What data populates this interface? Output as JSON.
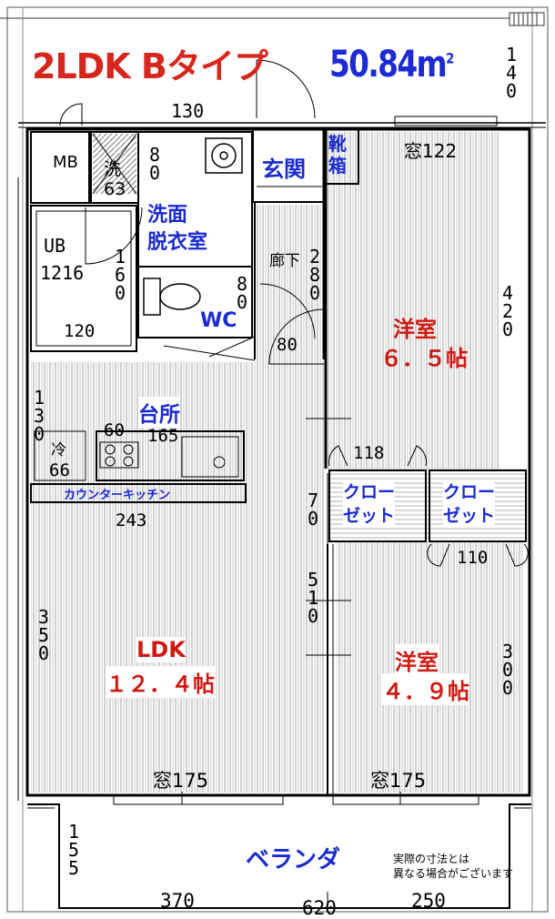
{
  "title": "2LDK Bタイプ",
  "area": "50.84㎡",
  "area_value": "50.84m",
  "area_unit_sup": "2",
  "dimensions": {
    "top_130": "130",
    "right_140": "140",
    "window_122": "窓122",
    "wash_80": "80",
    "wash_63": "洗63",
    "ub_160": "160",
    "ub_120": "120",
    "wc_80": "80",
    "corridor_280": "280",
    "corridor_80": "80",
    "west_420": "420",
    "left_130": "130",
    "kitchen_60": "60",
    "kitchen_165": "165",
    "fridge_66": "66",
    "closet_118": "118",
    "ldk_243": "243",
    "mid_70": "70",
    "mid_510": "510",
    "closet_110": "110",
    "left_350": "350",
    "right_300": "300",
    "window_175_left": "窓175",
    "window_175_right": "窓175",
    "veranda_155": "155",
    "bottom_370": "370",
    "bottom_620": "620",
    "bottom_250": "250"
  },
  "rooms": {
    "mb": "MB",
    "entrance": "玄関",
    "shoe_box": "靴箱",
    "washroom": "洗面\n脱衣室",
    "washroom_line1": "洗面",
    "washroom_line2": "脱衣室",
    "ub": "UB",
    "ub_size": "1216",
    "corridor": "廊下",
    "wc": "WC",
    "western_room_1": "洋室",
    "western_room_1_size": "6.5帖",
    "western_room_1_size_display": "６．５帖",
    "kitchen": "台所",
    "refrigerator": "冷",
    "counter_kitchen": "カウンターキッチン",
    "closet_1": "クロー\nゼット",
    "closet_1_line1": "クロー",
    "closet_1_line2": "ゼット",
    "closet_2_line1": "クロー",
    "closet_2_line2": "ゼット",
    "ldk": "LDK",
    "ldk_size": "１２．４帖",
    "western_room_2": "洋室",
    "western_room_2_size": "４．９帖",
    "veranda": "ベランダ"
  },
  "note_line1": "実際の寸法とは",
  "note_line2": "異なる場合がございます",
  "colors": {
    "title_red": "#d7261e",
    "area_blue": "#1c2bd6",
    "room_red": "#cf1a12",
    "room_blue": "#1a2bd0",
    "wall": "#000000",
    "floor_stripe": "#9a9a9a"
  }
}
